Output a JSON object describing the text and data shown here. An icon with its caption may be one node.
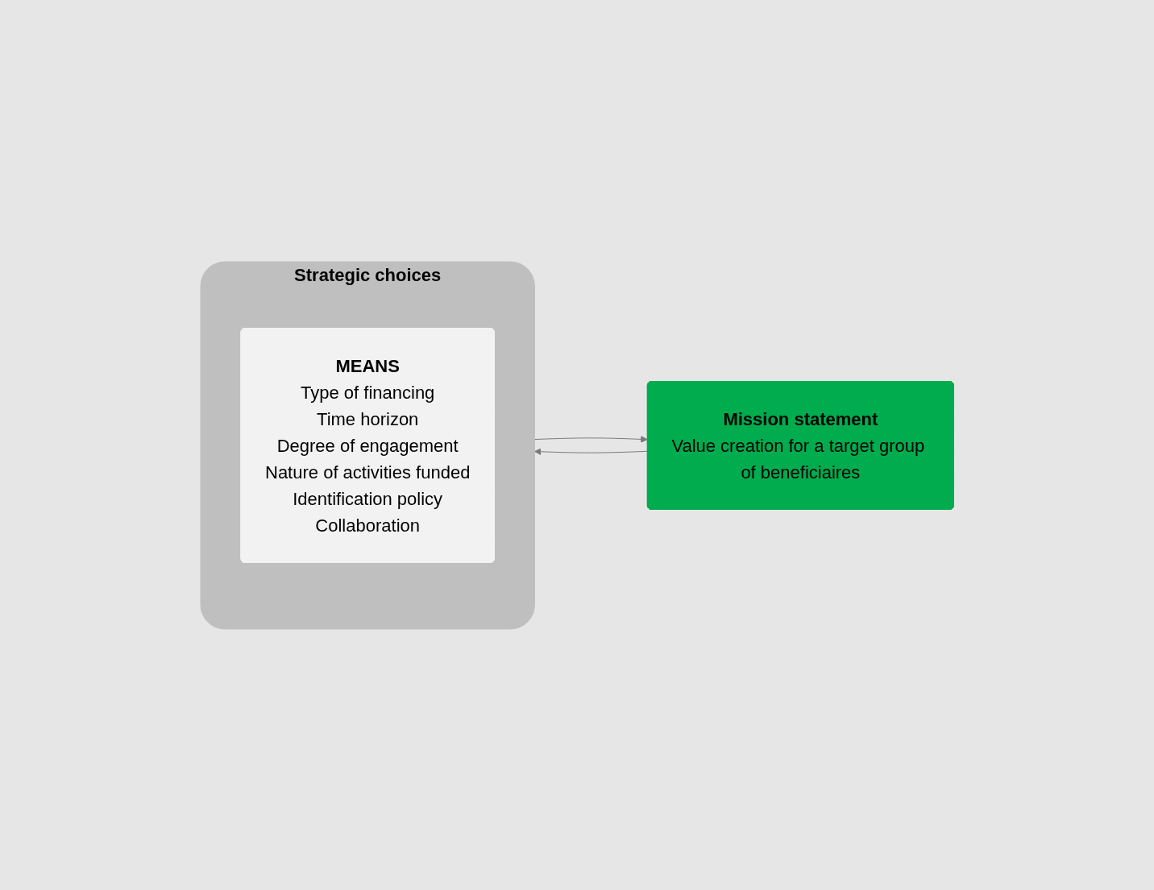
{
  "diagram": {
    "nodes": [
      {
        "text": [
          "Strategic choices"
        ]
      },
      {
        "text": [
          "MEANS",
          "Type of financing",
          "Time horizon",
          "Degree of engagement",
          "Nature of activities funded",
          "Identification policy",
          "Collaboration"
        ],
        "in": 0
      },
      {
        "text": [
          "Mission statement",
          "Value creation for a target group of beneficiaires"
        ]
      }
    ],
    "edges": [
      {
        "from": 0,
        "to": 2,
        "arrow": "to"
      },
      {
        "from": 2,
        "to": 0,
        "arrow": "to"
      }
    ]
  }
}
